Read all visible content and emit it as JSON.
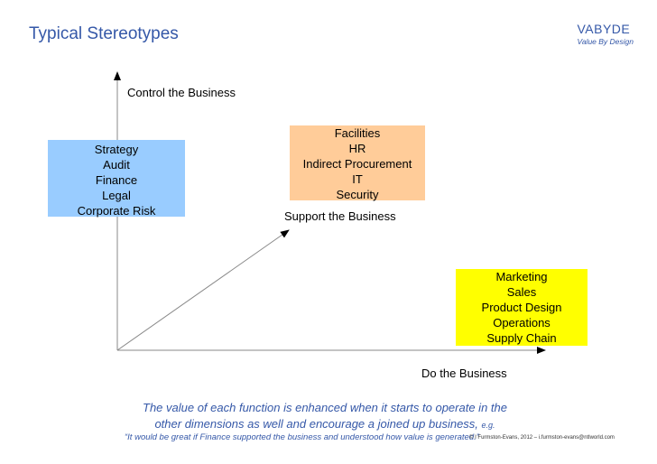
{
  "header": {
    "title": "Typical Stereotypes",
    "brand_name": "VABYDE",
    "brand_tagline": "Value By Design"
  },
  "axes": {
    "vertical_label": "Control the Business",
    "diagonal_label": "Support the Business",
    "horizontal_label": "Do the Business"
  },
  "boxes": {
    "control": {
      "items": [
        "Strategy",
        "Audit",
        "Finance",
        "Legal",
        "Corporate Risk"
      ],
      "color": "#99ccff"
    },
    "support": {
      "items": [
        "Facilities",
        "HR",
        "Indirect Procurement",
        "IT",
        "Security"
      ],
      "color": "#ffcc99"
    },
    "do": {
      "items": [
        "Marketing",
        "Sales",
        "Product Design",
        "Operations",
        "Supply Chain"
      ],
      "color": "#ffff00"
    }
  },
  "footer": {
    "line1": "The value of each function is enhanced when it starts to operate in the",
    "line2": "other dimensions as well and encourage a joined up business,",
    "eg": "e.g.",
    "quote": "“It would be great if Finance supported the business and understood how value is generated.”",
    "copyright": "© I Furmston-Evans, 2012 – i.furmston-evans@ntlworld.com"
  },
  "colors": {
    "accent": "#3558a8"
  }
}
